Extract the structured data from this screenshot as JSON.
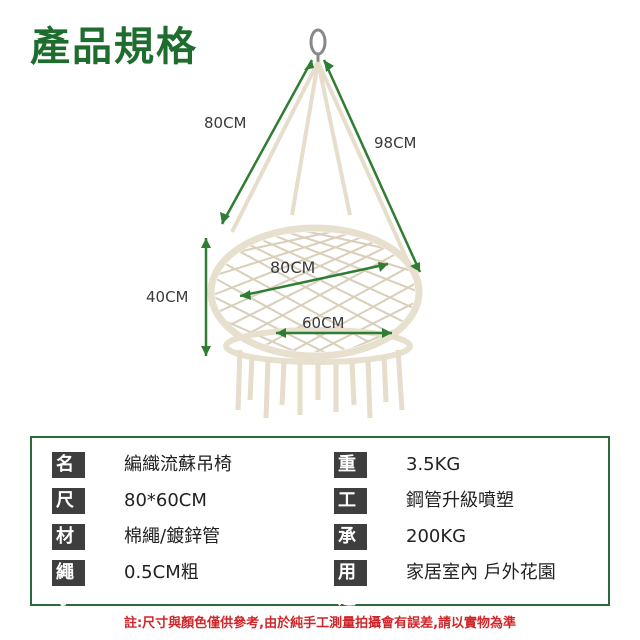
{
  "title": "產品規格",
  "dimensions": {
    "rope_length": "80CM",
    "rope_diagonal": "98CM",
    "seat_height": "40CM",
    "seat_outer": "80CM",
    "seat_inner": "60CM"
  },
  "specs_left": [
    {
      "label": "名稱:",
      "value": "編織流蘇吊椅"
    },
    {
      "label": "尺寸:",
      "value": "80*60CM"
    },
    {
      "label": "材質:",
      "value": "棉繩/鍍鋅管"
    },
    {
      "label": "繩子:",
      "value": "0.5CM粗"
    }
  ],
  "specs_right": [
    {
      "label": "重量:",
      "value": "3.5KG"
    },
    {
      "label": "工藝:",
      "value": "鋼管升級噴塑"
    },
    {
      "label": "承重:",
      "value": "200KG"
    },
    {
      "label": "用途:",
      "value": "家居室內 戶外花園"
    }
  ],
  "note": "註:尺寸與顏色僅供參考,由於純手工測量拍攝會有誤差,請以實物為準"
}
